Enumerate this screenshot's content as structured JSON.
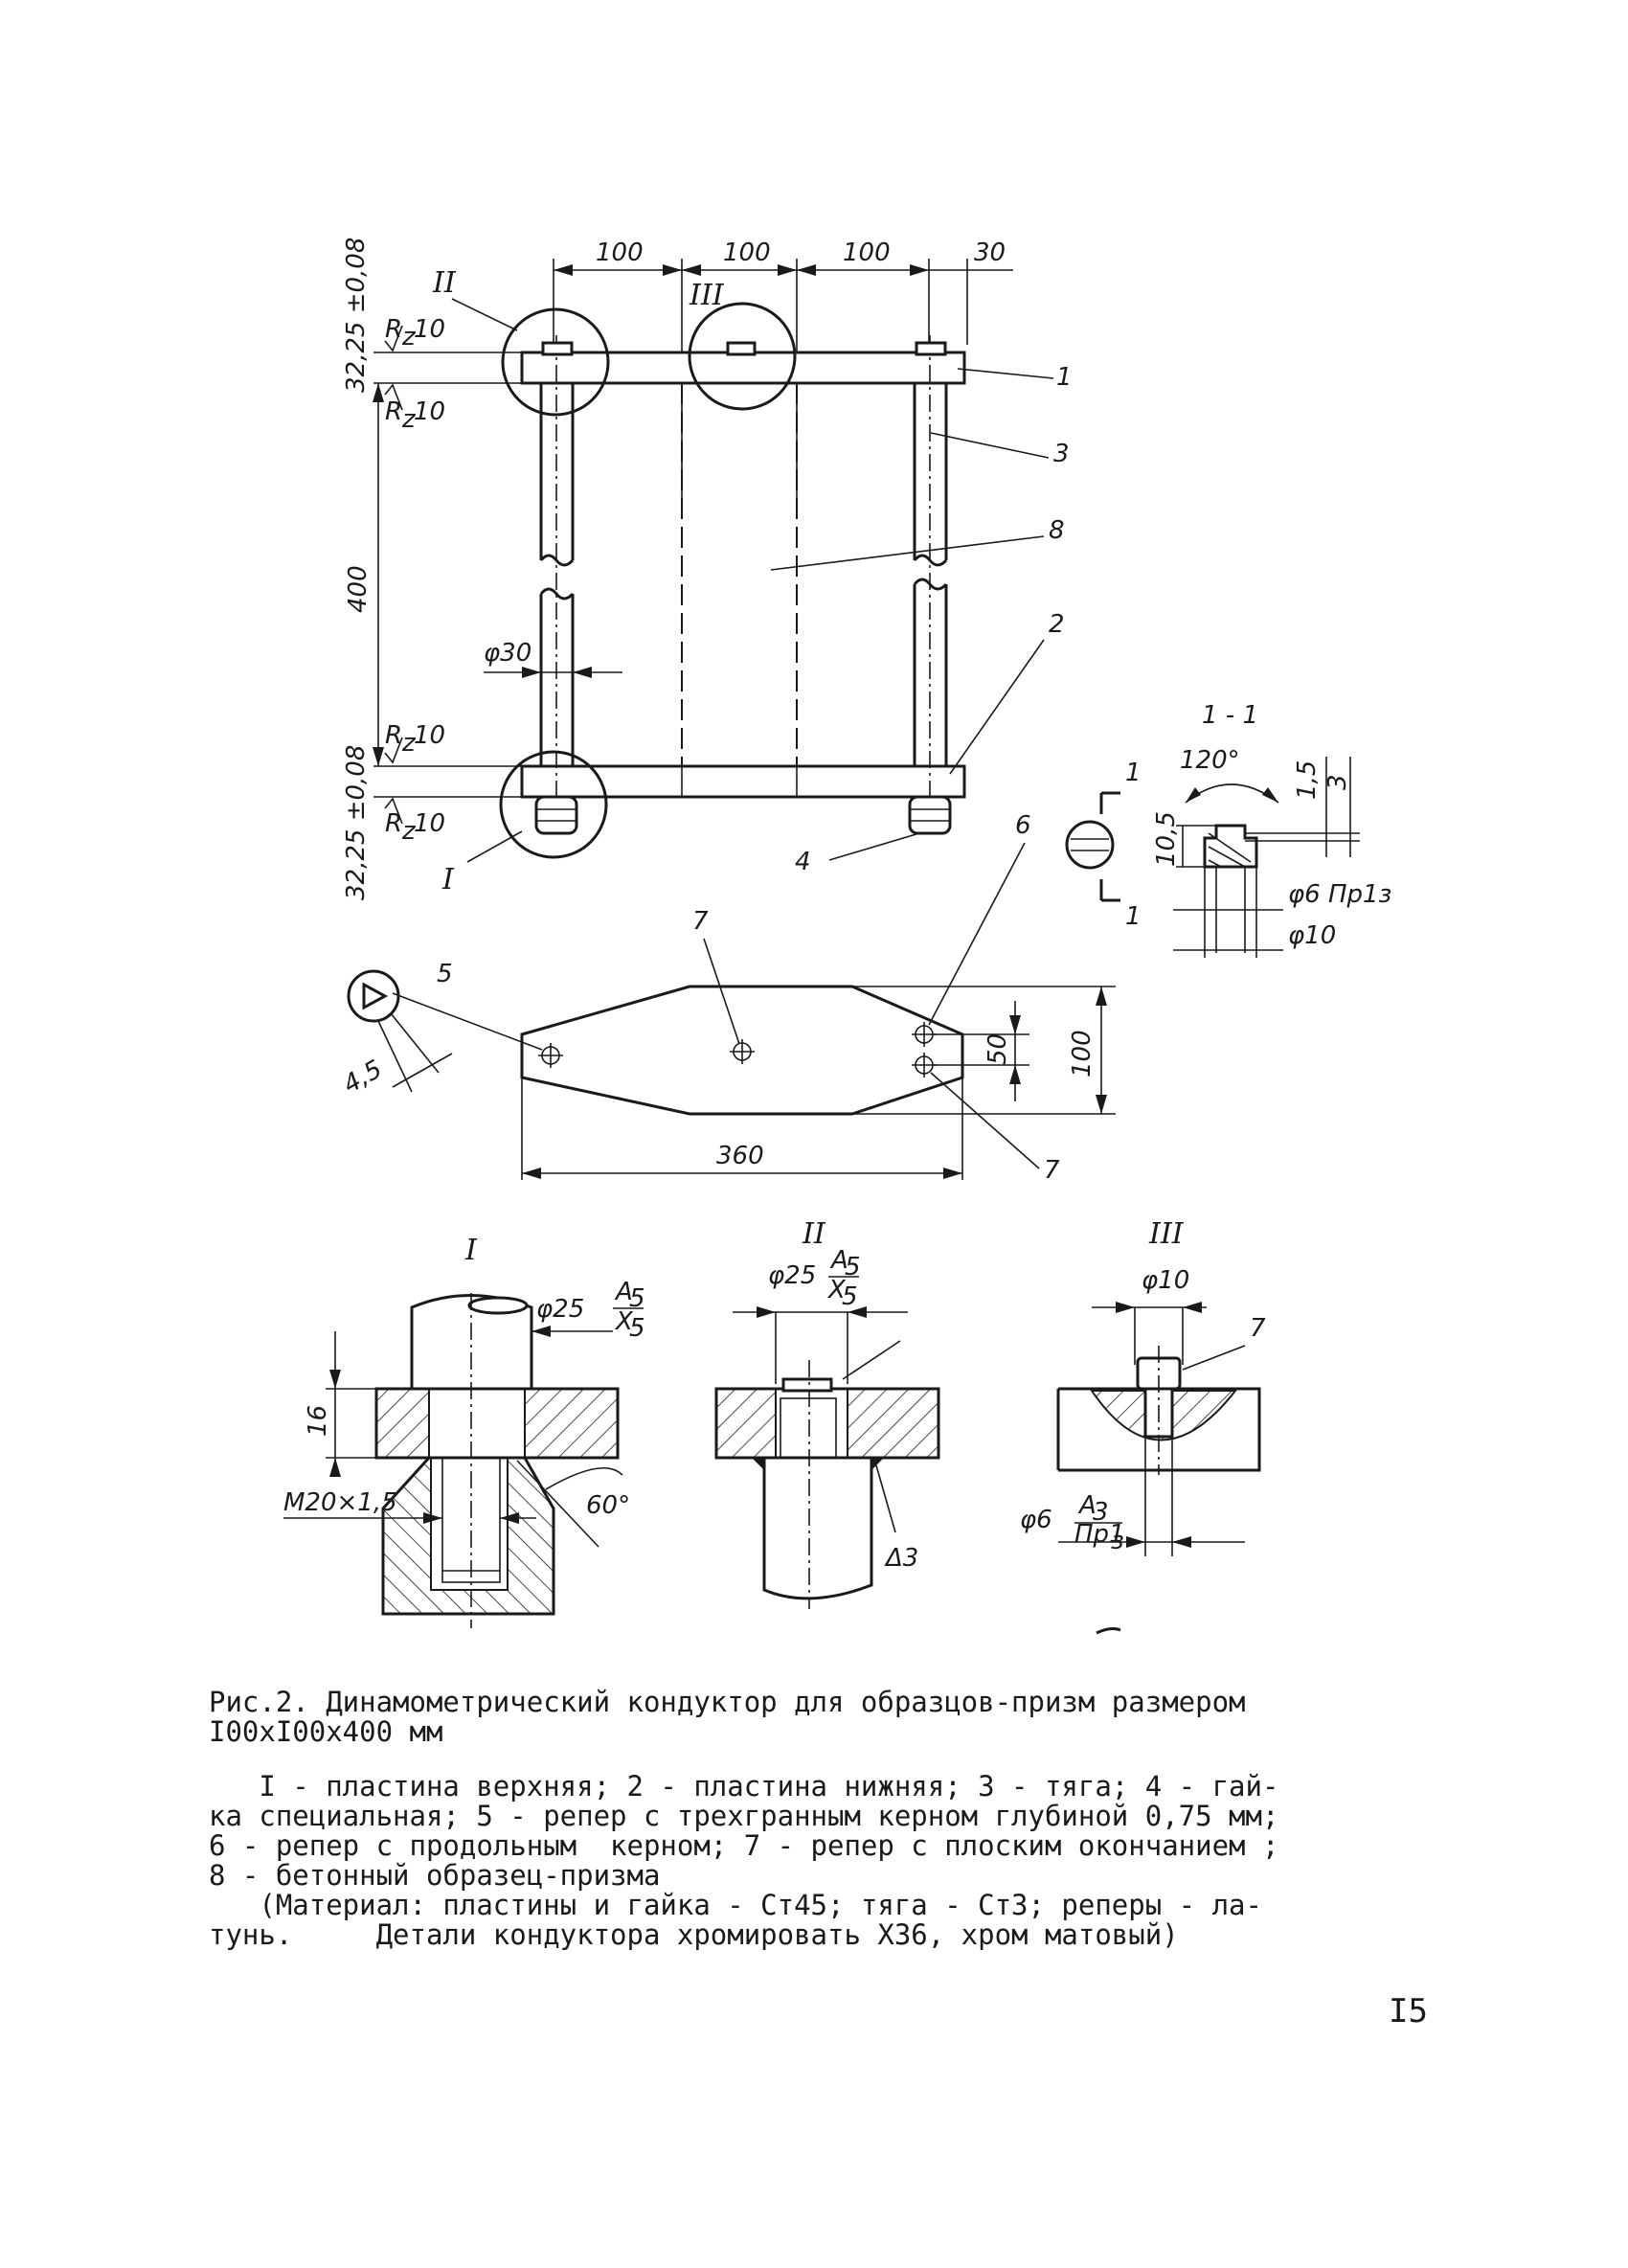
{
  "figure": {
    "dimensions": {
      "d100a": "100",
      "d100b": "100",
      "d100c": "100",
      "d30": "30",
      "d400": "400",
      "tol_top": "32,25 ±0,08",
      "tol_bot": "32,25 ±0,08",
      "rz": "R",
      "rz_sub": "z",
      "rz_val": "10",
      "phi30": "φ30",
      "d360": "360",
      "d50": "50",
      "d100w": "100",
      "d45": "4,5"
    },
    "callouts": {
      "c1": "1",
      "c2": "2",
      "c3": "3",
      "c4": "4",
      "c5": "5",
      "c6": "6",
      "c7a": "7",
      "c7b": "7",
      "c7c": "7",
      "c8": "8"
    },
    "views": {
      "marker_I": "I",
      "marker_II": "II",
      "marker_III": "III",
      "section_title": "1 - 1",
      "section_mark": "1",
      "angle120": "120°",
      "d15": "1,5",
      "d3": "3",
      "d105": "10,5",
      "phi6pr": "φ6 Пр1з",
      "phi10": "φ10",
      "detail_I": "I",
      "detail_II": "II",
      "detail_III": "III",
      "phi25": "φ25",
      "fit_top": "A",
      "fit_top_sub": "5",
      "fit_bot": "X",
      "fit_bot_sub": "5",
      "d16": "16",
      "m20": "M20×1,5",
      "a60": "60°",
      "weld": "Δ3",
      "phi10b": "φ10",
      "phi6": "φ6",
      "fit3_top": "A",
      "fit3_top_sub": "3",
      "fit3_bot": "Пр1",
      "fit3_bot_sub": "з"
    }
  },
  "caption": {
    "title_line1": "Рис.2. Динамометрический кондуктор для образцов-призм размером",
    "title_line2": "I00xI00x400 мм",
    "body": [
      "   I - пластина верхняя; 2 - пластина нижняя; 3 - тяга; 4 - гай-",
      "ка специальная; 5 - репер с трехгранным керном глубиной 0,75 мм;",
      "6 - репер с продольным  керном; 7 - репер с плоским окончанием ;",
      "8 - бетонный образец-призма",
      "   (Материал: пластины и гайка - Ст45; тяга - Ст3; реперы - ла-",
      "тунь.     Детали кондуктора хромировать Х36, хром матовый)"
    ]
  },
  "page_number": "I5"
}
